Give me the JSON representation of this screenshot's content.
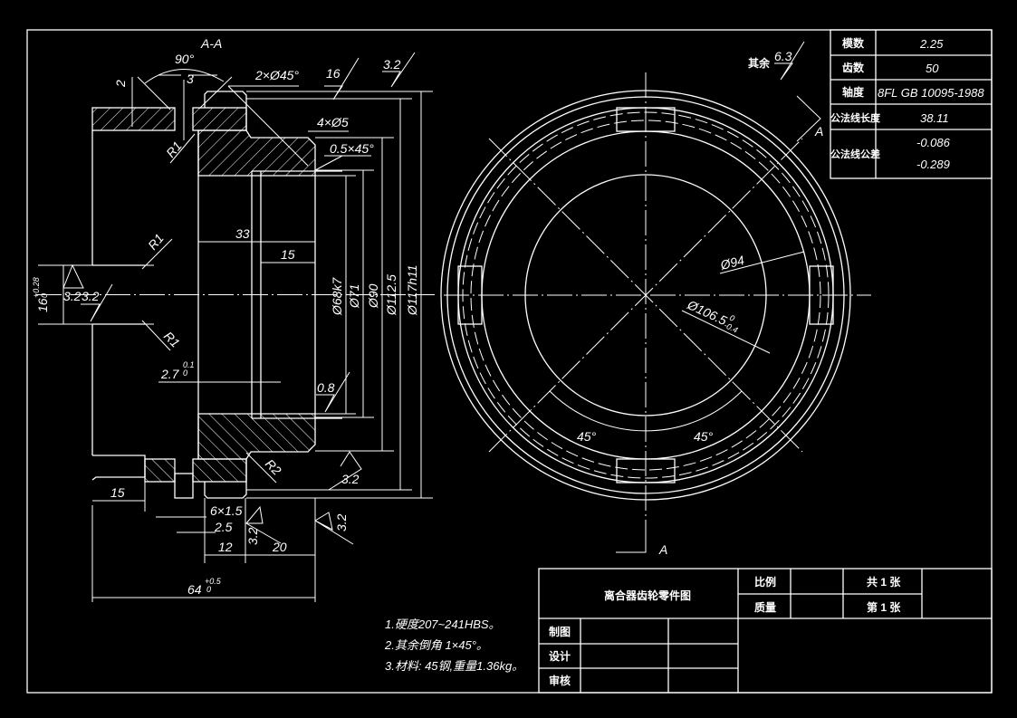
{
  "drawing": {
    "section_label": "A-A",
    "left_view": {
      "angle": "90°",
      "dim_2": "2",
      "dim_3": "3",
      "chamfer_2x45": "2×Ø45°",
      "rough_16": "16",
      "rough_32_top": "3.2",
      "holes_4x5": "4×Ø5",
      "chamfer_05": "0.5×45°",
      "r1_a": "R1",
      "r1_b": "R1",
      "r1_c": "R1",
      "dim_33": "33",
      "dim_15_inner": "15",
      "dim_16": "16",
      "dim_16_tol_up": "+0.28",
      "dim_16_tol_low": "0",
      "rough_32_left_a": "3.2",
      "rough_32_left_b": "3.2",
      "dia_68": "Ø68k7",
      "dia_71": "Ø71",
      "dia_90": "Ø90",
      "dia_112": "Ø112.5",
      "dia_117": "Ø117h11",
      "dim_27": "2.7",
      "dim_27_tol_up": "0.1",
      "dim_27_tol_low": "0",
      "rough_08": "0.8",
      "r2": "R2",
      "rough_32_bottom": "3.2",
      "dim_15_bottom": "15",
      "groove": "6×1.5",
      "dim_25": "2.5",
      "rough_32_b1": "3.2",
      "rough_32_b2": "3.2",
      "dim_12": "12",
      "dim_20": "20",
      "dim_64": "64",
      "dim_64_tol_up": "+0.5",
      "dim_64_tol_low": "0"
    },
    "right_view": {
      "other_rough_label": "其余",
      "other_rough_value": "6.3",
      "section_mark_top": "A",
      "section_mark_bottom": "A",
      "dia_94": "Ø94",
      "dia_106": "Ø106.5",
      "dia_106_tol_up": "0",
      "dia_106_tol_low": "-0.4",
      "angle_left": "45°",
      "angle_right": "45°"
    }
  },
  "gear_table": {
    "rows": [
      {
        "label": "模数",
        "value": "2.25"
      },
      {
        "label": "齿数",
        "value": "50"
      },
      {
        "label": "轴度",
        "value": "8FL GB 10095-1988"
      },
      {
        "label": "公法线长度",
        "value": "38.11"
      },
      {
        "label": "公法线公差",
        "value": "-0.086",
        "value2": "-0.289"
      }
    ]
  },
  "notes": [
    "1.硬度207~241HBS。",
    "2.其余倒角 1×45°。",
    "3.材料: 45钢,重量1.36kg。"
  ],
  "title_block": {
    "title": "离合器齿轮零件图",
    "scale_label": "比例",
    "mass_label": "质量",
    "sheets_total": "共 1 张",
    "sheet_no": "第 1 张",
    "drawn_label": "制图",
    "design_label": "设计",
    "review_label": "审核"
  }
}
